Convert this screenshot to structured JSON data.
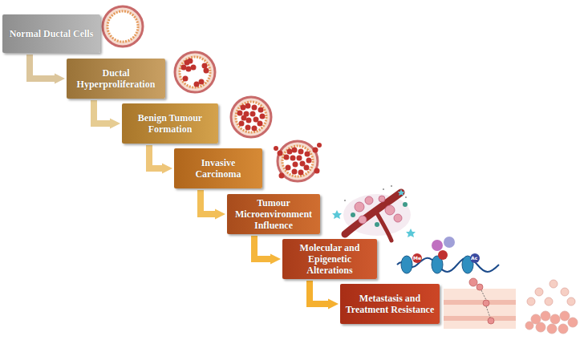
{
  "diagram": {
    "nodes": [
      {
        "text": [
          "Normal Ductal Cells"
        ]
      },
      {
        "text": [
          "Ductal Hyperproliferation"
        ]
      },
      {
        "text": [
          "Benign Tumour Formation"
        ]
      },
      {
        "text": [
          "Invasive Carcinoma"
        ]
      },
      {
        "text": [
          "Tumour Microenvironment Influence"
        ]
      },
      {
        "text": [
          "Molecular and Epigenetic Alterations"
        ]
      },
      {
        "text": [
          "Metastasis and Treatment Resistance"
        ]
      }
    ],
    "edges": [
      {
        "from": 0,
        "to": 1,
        "arrow": "to"
      },
      {
        "from": 1,
        "to": 2,
        "arrow": "to"
      },
      {
        "from": 2,
        "to": 3,
        "arrow": "to"
      },
      {
        "from": 3,
        "to": 4,
        "arrow": "to"
      },
      {
        "from": 4,
        "to": 5,
        "arrow": "to"
      },
      {
        "from": 5,
        "to": 6,
        "arrow": "to"
      }
    ],
    "labels": [
      "Me",
      "Ac"
    ]
  }
}
